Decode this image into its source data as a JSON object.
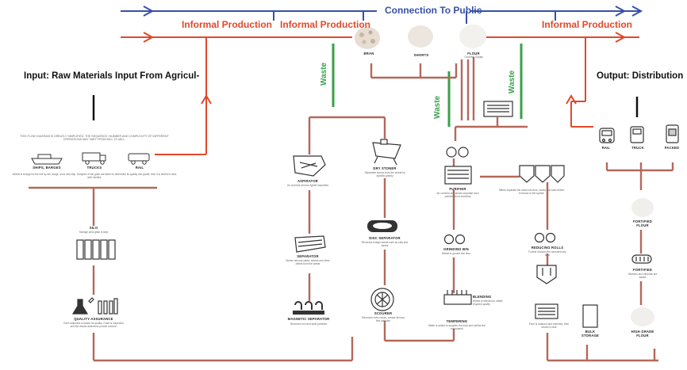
{
  "colors": {
    "red": "#e0492a",
    "blue": "#3650a8",
    "green": "#3aa04a",
    "brown": "#b5685a"
  },
  "top": {
    "connection": "Connection To Public",
    "informal_1": "Informal Production",
    "informal_2": "Informal Production",
    "informal_3": "Informal Production"
  },
  "products_top": {
    "bran": "BRAN",
    "shorts": "SHORTS",
    "flour": "FLOUR",
    "flour_sub": "Common Supply"
  },
  "waste_labels": [
    "Waste",
    "Waste",
    "Waste"
  ],
  "input": {
    "title": "Input: Raw Materials Input From Agricul-",
    "desc": "THIS FLOW DIAGRAM IS GREATLY SIMPLIFIED. THE SEQUENCE, NUMBER AND COMPLEXITY OF DIFFERENT OPERATIONS MAY VARY FROM MILL TO MILL.",
    "transport": [
      "SHIPS, BARGES",
      "TRUCKS",
      "RAIL"
    ],
    "transport_desc": "Wheat is brought to the mill by rail, barge, truck and ship. Samples of the grain are taken to determine its quality and grade, then it is stored in silos until needed."
  },
  "output": {
    "title": "Output: Distribution",
    "modes": [
      "RAIL",
      "TRUCK",
      "PACKED"
    ]
  },
  "nodes": {
    "silo": {
      "label": "SILO",
      "desc": "Storage area grain is kept"
    },
    "quality": {
      "label": "QUALITY ASSURANCE",
      "desc": "Each shipment is tested for quality. Grain is inspected and the results determine protein content."
    },
    "aspirator": {
      "label": "ASPIRATOR",
      "desc": "Air currents remove lighter impurities"
    },
    "separator": {
      "label": "SEPARATOR",
      "desc": "Sieves remove sticks, stones and other debris from the wheat"
    },
    "magnetic": {
      "label": "MAGNETIC SEPARATOR",
      "desc": "Removes iron and steel particles"
    },
    "dry_stoner": {
      "label": "DRY STONER",
      "desc": "Separates stones from the wheat by specific gravity"
    },
    "disc": {
      "label": "DISC SEPARATOR",
      "desc": "Removes foreign seeds such as oats and barley"
    },
    "scourer": {
      "label": "SCOURER",
      "desc": "Removes outer husks, crease dirt and fine particles"
    },
    "purifier": {
      "label": "PURIFIER",
      "desc": "Air currents and sieves separate bran particles from semolina"
    },
    "grinding": {
      "label": "GRINDING BIN",
      "desc": "Wheat is ground into flour"
    },
    "tempering": {
      "label": "TEMPERING",
      "desc": "Water is added to toughen the bran and mellow the endosperm"
    },
    "blending": {
      "label": "BLENDING",
      "desc": "Wheat is blended to obtain required quality"
    },
    "reducing": {
      "label": "REDUCING ROLLS",
      "desc": "Further reduces the semolina into flour"
    },
    "sifter_desc": {
      "desc": "Sifters separate the stock into flour, shorts and bran before it returns to the system"
    },
    "bulk": {
      "label": "BULK STORAGE"
    },
    "fortified_flour": {
      "label": "FORTIFIED FLOUR"
    },
    "fortified": {
      "label": "FORTIFIED",
      "desc": "Vitamins and minerals are added"
    },
    "high_grade": {
      "label": "HIGH GRADE FLOUR"
    },
    "bleach_desc": {
      "desc": "Flour is matured and enriched, then stored in bulk"
    }
  }
}
